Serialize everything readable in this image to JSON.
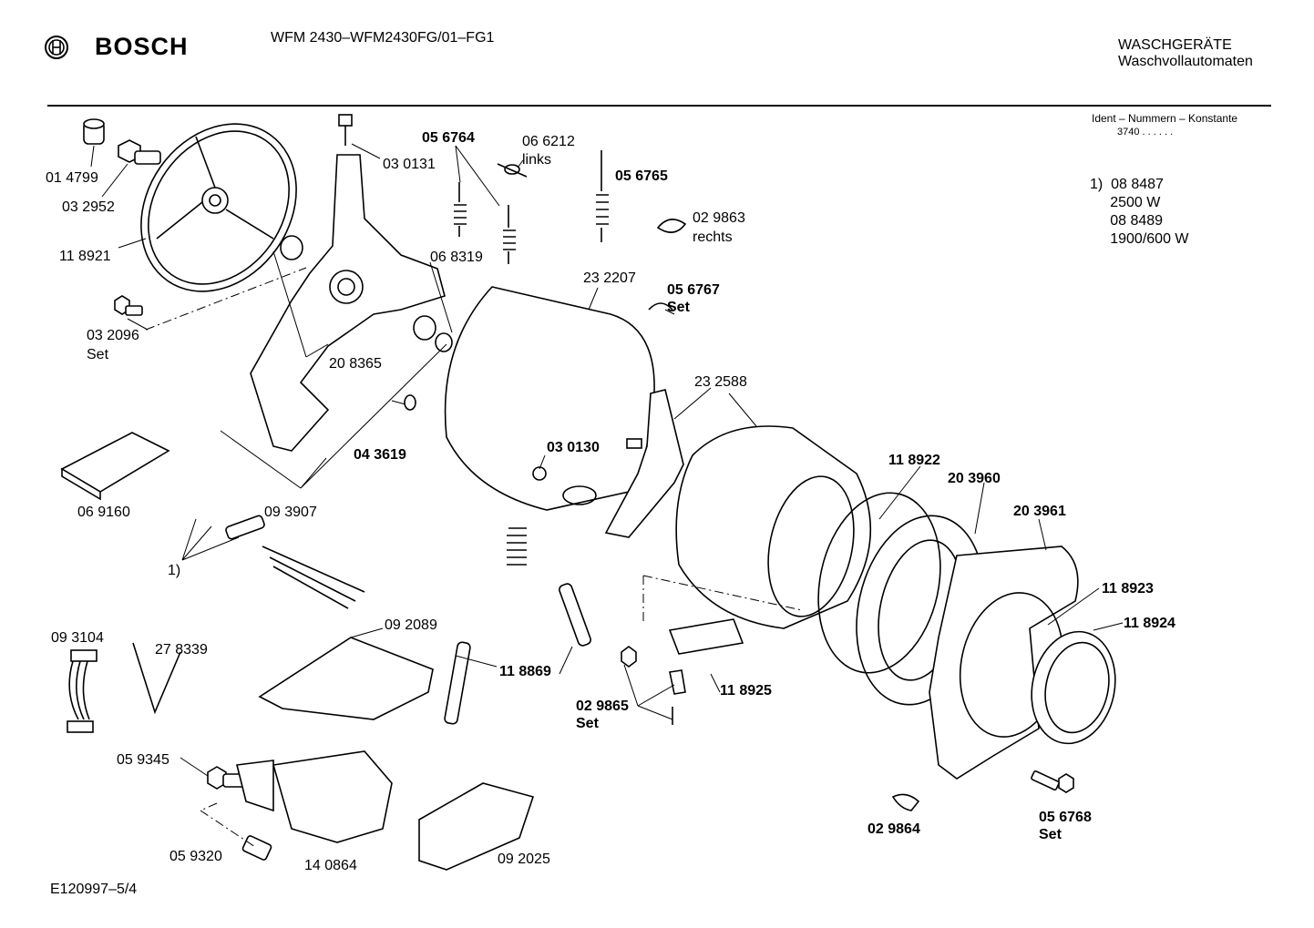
{
  "header": {
    "brand": "BOSCH",
    "model": "WFM 2430–WFM2430FG/01–FG1",
    "category": "WASCHGERÄTE",
    "subcategory": "Waschvollautomaten",
    "ident_label": "Ident – Nummern – Konstante",
    "ident_value": "3740  .  .     .  .  .  ."
  },
  "notes": {
    "line1": "1)  08 8487",
    "line2": "     2500 W",
    "line3": "     08 8489",
    "line4": "     1900/600 W"
  },
  "footer": {
    "code": "E120997–5/4"
  },
  "icons": {
    "logo": "bosch-logo-icon"
  },
  "labels": {
    "p014799": "01 4799",
    "p032952": "03 2952",
    "p118921": "11 8921",
    "p032096": "03 2096",
    "p032096set": "Set",
    "p030131": "03 0131",
    "p056764": "05 6764",
    "p066212": "06 6212",
    "p066212b": "links",
    "p056765": "05 6765",
    "p029863": "02 9863",
    "p029863b": "rechts",
    "p068319": "06 8319",
    "p232207": "23 2207",
    "p056767": "05 6767",
    "p056767set": "Set",
    "p208365": "20 8365",
    "p232588": "23 2588",
    "p043619": "04 3619",
    "p030130": "03 0130",
    "p118922": "11 8922",
    "p203960": "20 3960",
    "p203961": "20 3961",
    "p069160": "06 9160",
    "p093907": "09 3907",
    "p1": "1)",
    "p118923": "11 8923",
    "p118924": "11 8924",
    "p093104": "09 3104",
    "p278339": "27 8339",
    "p092089": "09 2089",
    "p118869": "11 8869",
    "p118925": "11 8925",
    "p029865": "02 9865",
    "p029865set": "Set",
    "p059345": "05 9345",
    "p059320": "05 9320",
    "p140864": "14 0864",
    "p092025": "09 2025",
    "p029864": "02 9864",
    "p056768": "05 6768",
    "p056768set": "Set"
  }
}
